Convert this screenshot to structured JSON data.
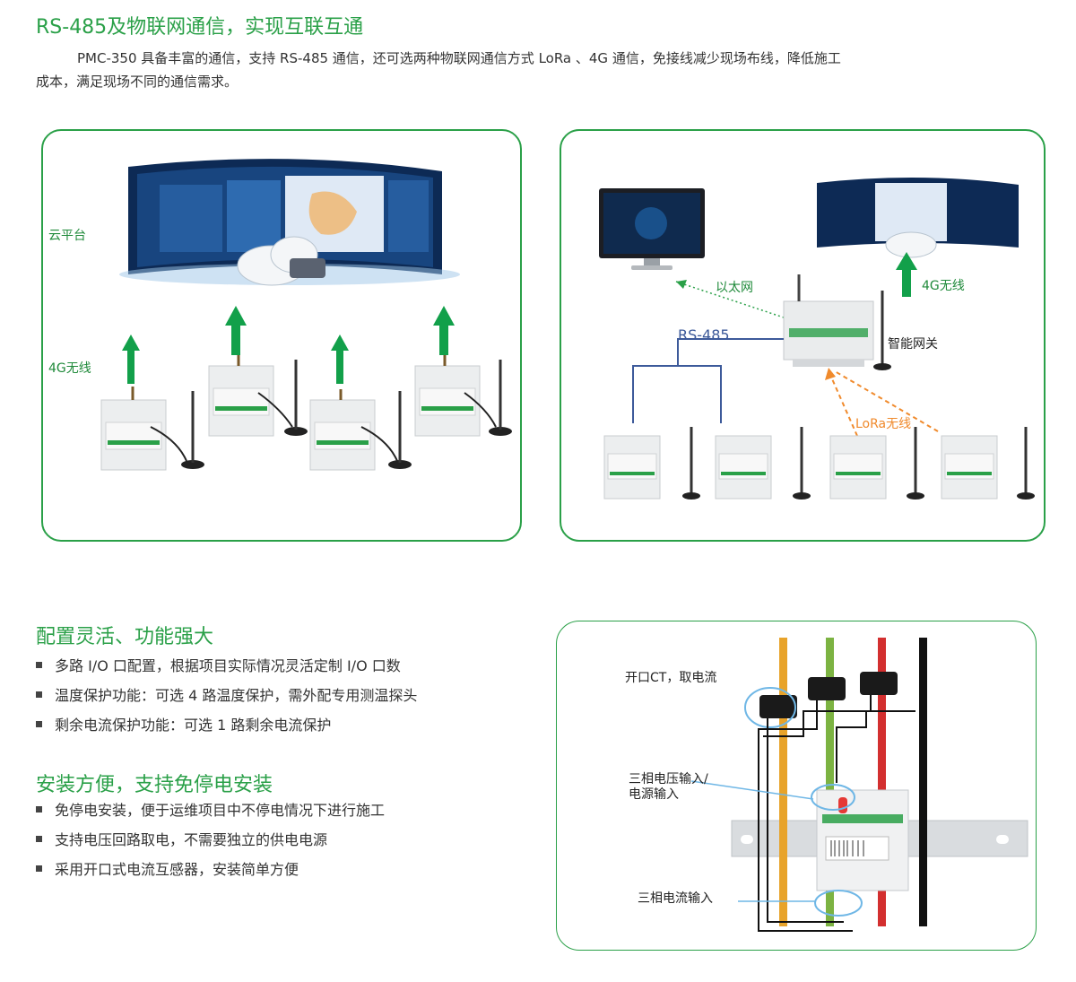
{
  "section1": {
    "title": "RS-485及物联网通信，实现互联互通",
    "paragraph_line1": "PMC-350 具备丰富的通信，支持 RS-485 通信，还可选两种物联网通信方式 LoRa 、4G 通信，免接线减少现场布线，降低施工",
    "paragraph_line2": "成本，满足现场不同的通信需求。"
  },
  "left_panel": {
    "cloud_label": "云平台",
    "wireless_label": "4G无线"
  },
  "right_panel": {
    "ethernet_label": "以太网",
    "wireless_label": "4G无线",
    "rs485_label": "RS-485",
    "gateway_label": "智能网关",
    "lora_label": "LoRa无线"
  },
  "section2": {
    "title": "配置灵活、功能强大",
    "items": [
      "多路 I/O 口配置，根据项目实际情况灵活定制 I/O 口数",
      "温度保护功能：可选 4 路温度保护，需外配专用测温探头",
      "剩余电流保护功能：可选 1 路剩余电流保护"
    ]
  },
  "section3": {
    "title": "安装方便，支持免停电安装",
    "items": [
      "免停电安装，便于运维项目中不停电情况下进行施工",
      "支持电压回路取电，不需要独立的供电电源",
      "采用开口式电流互感器，安装简单方便"
    ]
  },
  "install_panel": {
    "ct_label": "开口CT，取电流",
    "voltage_label_line1": "三相电压输入/",
    "voltage_label_line2": "电源输入",
    "current_label": "三相电流输入"
  },
  "colors": {
    "accent_green": "#2aa048",
    "arrow_green": "#12a04a",
    "lora_orange": "#f08a2c",
    "rs485_blue": "#3d5a9a"
  }
}
